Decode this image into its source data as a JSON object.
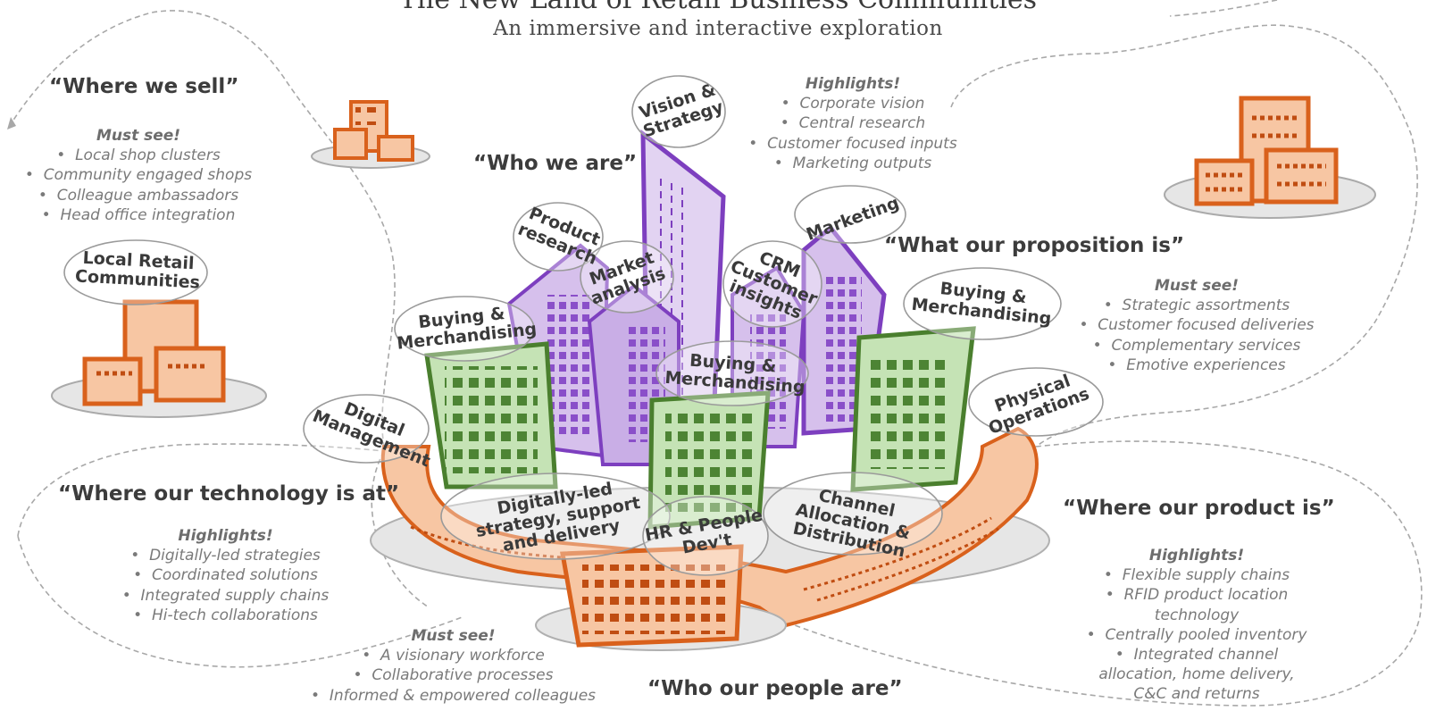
{
  "header": {
    "title": "The New Land of Retail Business Communities",
    "subtitle": "An immersive and interactive exploration"
  },
  "regions": {
    "where_we_sell": {
      "quote": "“Where we sell”",
      "heading": "Must see!",
      "items": [
        "Local shop clusters",
        "Community engaged shops",
        "Colleague ambassadors",
        "Head office integration"
      ]
    },
    "who_we_are": {
      "quote": "“Who we are”",
      "heading": "Highlights!",
      "items": [
        "Corporate vision",
        "Central research",
        "Customer focused inputs",
        "Marketing outputs"
      ]
    },
    "proposition": {
      "quote": "“What our proposition is”",
      "heading": "Must see!",
      "items": [
        "Strategic assortments",
        "Customer focused deliveries",
        "Complementary services",
        "Emotive experiences"
      ]
    },
    "technology": {
      "quote": "“Where our technology is at”",
      "heading": "Highlights!",
      "items": [
        "Digitally-led strategies",
        "Coordinated solutions",
        "Integrated supply chains",
        "Hi-tech collaborations"
      ]
    },
    "people": {
      "quote": "“Who our people are”",
      "heading": "Must see!",
      "items": [
        "A visionary workforce",
        "Collaborative processes",
        "Informed & empowered colleagues"
      ]
    },
    "product": {
      "quote": "“Where our product is”",
      "heading": "Highlights!",
      "items": [
        "Flexible supply chains",
        "RFID product location technology",
        "Centrally pooled inventory",
        "Integrated channel allocation, home delivery, C&C and returns"
      ]
    }
  },
  "bubbles": {
    "local_retail": "Local Retail Communities",
    "vision": "Vision & Strategy",
    "product_research": "Product research",
    "market_analysis": "Market analysis",
    "crm": "CRM Customer insights",
    "marketing": "Marketing",
    "bm_left": "Buying & Merchandising",
    "bm_center": "Buying & Merchandising",
    "bm_right": "Buying & Merchandising",
    "digital_mgmt": "Digital Management",
    "physical_ops": "Physical Operations",
    "digital_strategy": "Digitally-led strategy, support and delivery",
    "hr": "HR & People Dev't",
    "channel": "Channel Allocation & Distribution"
  },
  "colors": {
    "orange": "#d9611c",
    "orange_fill": "#f7c6a3",
    "purple": "#7d3fbf",
    "purple_fill": "#d6c0ec",
    "green": "#4a7f2e",
    "green_fill": "#c5e3b5",
    "green_window": "#4d8434",
    "grey_dash": "#a8a8a8",
    "text": "#3c3c3c"
  }
}
